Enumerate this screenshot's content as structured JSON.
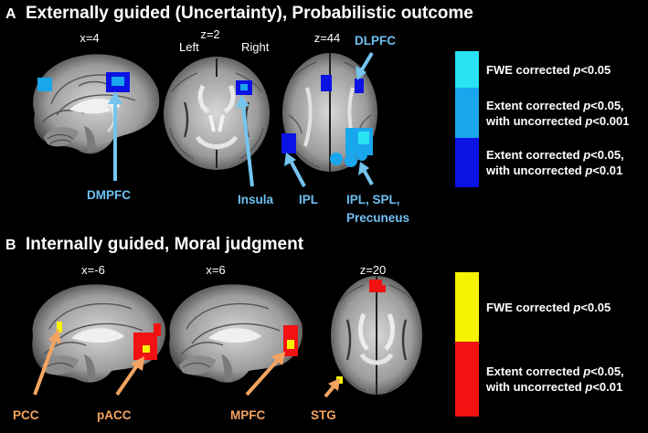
{
  "panel_a": {
    "letter": "A",
    "title": "Externally guided (Uncertainty), Probabilistic outcome",
    "coords": [
      "x=4",
      "z=2",
      "z=44"
    ],
    "sides": {
      "left": "Left",
      "right": "Right"
    },
    "labels": [
      "DMPFC",
      "Insula",
      "IPL",
      "IPL, SPL,",
      "Precuneus",
      "DLPFC"
    ],
    "legend": [
      {
        "line1": "FWE corrected ",
        "p1": "p",
        "tail1": "<0.05",
        "line2": "",
        "p2": "",
        "tail2": "",
        "color": "#29e2f4"
      },
      {
        "line1": "Extent corrected ",
        "p1": "p",
        "tail1": "<0.05,",
        "line2": "with uncorrected ",
        "p2": "p",
        "tail2": "<0.001",
        "color": "#1aa6ec"
      },
      {
        "line1": "Extent corrected ",
        "p1": "p",
        "tail1": "<0.05,",
        "line2": "with uncorrected ",
        "p2": "p",
        "tail2": "<0.01",
        "color": "#0a13e3"
      }
    ]
  },
  "panel_b": {
    "letter": "B",
    "title": "Internally guided, Moral judgment",
    "coords": [
      "x=-6",
      "x=6",
      "z=20"
    ],
    "labels": [
      "PCC",
      "pACC",
      "MPFC",
      "STG"
    ],
    "legend": [
      {
        "line1": "FWE corrected ",
        "p1": "p",
        "tail1": "<0.05",
        "line2": "",
        "p2": "",
        "tail2": "",
        "color": "#f7f202"
      },
      {
        "line1": "Extent corrected ",
        "p1": "p",
        "tail1": "<0.05,",
        "line2": "with uncorrected ",
        "p2": "p",
        "tail2": "<0.01",
        "color": "#f21212"
      }
    ]
  },
  "colors": {
    "arrow_blue": "#74c4ef",
    "arrow_orange": "#f4a462",
    "fwe_blue": "#29e2f4",
    "mid_blue": "#1aa6ec",
    "dark_blue": "#0a13e3",
    "yellow": "#f7f202",
    "red": "#f21212"
  }
}
